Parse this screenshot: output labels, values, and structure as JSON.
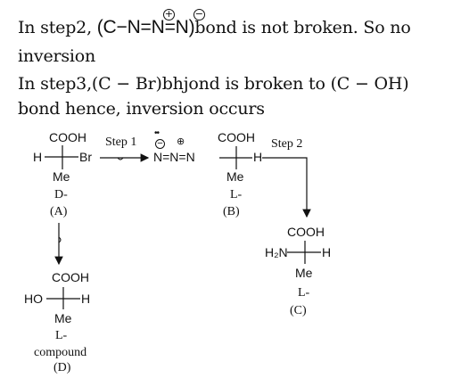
{
  "text": {
    "line1_prefix": "In step2, ",
    "line1_formula": "(C−N=N=N)",
    "line1_suffix": "bond is not broken. So no",
    "line2": "inversion",
    "line3": "In step3,(C − Br)bhjond is broken to (C − OH)",
    "line4": "bond hence, inversion occurs",
    "charge_plus": "+",
    "charge_minus": "−"
  },
  "scheme": {
    "A": {
      "top": "COOH",
      "left": "H",
      "right": "Br",
      "bottom": "Me",
      "config": "D-",
      "label": "(A)"
    },
    "step1": "Step 1",
    "reagent": "N=N=N",
    "reagent_charge_minus": "−",
    "reagent_charge_plus": "⊕",
    "reagent_lone_pair": "••",
    "B": {
      "top": "COOH",
      "right": "H",
      "bottom": "Me",
      "config": "L-",
      "label": "(B)"
    },
    "step2": "Step 2",
    "C": {
      "top": "COOH",
      "left": "H₂N",
      "right": "H",
      "bottom": "Me",
      "config": "L-",
      "label": "(C)"
    },
    "D": {
      "top": "COOH",
      "left": "HO",
      "right": "H",
      "bottom": "Me",
      "config": "L-",
      "word": "compound",
      "label": "(D)"
    }
  }
}
